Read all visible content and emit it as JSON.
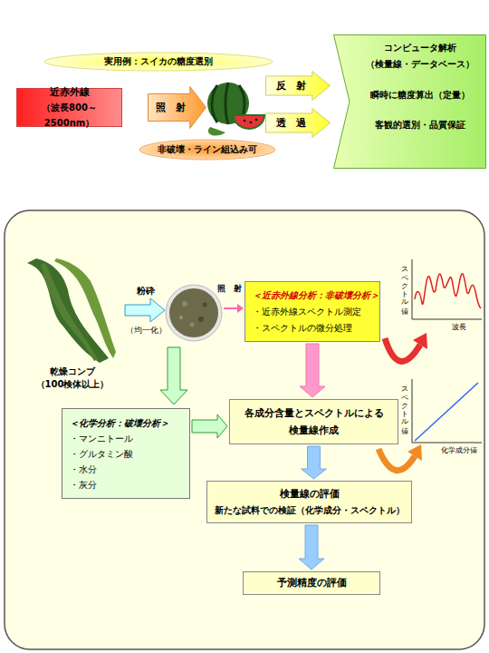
{
  "diagram": {
    "nodes": [
      {
        "text": [
          "実用例：スイカの糖度選別"
        ]
      },
      {
        "text": [
          "近赤外線",
          "（波長800～2500nm）"
        ]
      },
      {
        "text": [
          "照　射"
        ]
      },
      {
        "text": [
          "反　射"
        ]
      },
      {
        "text": [
          "透　過"
        ]
      },
      {
        "text": [
          "非破壊・ライン組込み可"
        ]
      },
      {
        "text": [
          "コンピュータ解析",
          "（検量線・データベース）",
          "瞬時に糖度算出（定量）",
          "客観的選別・品質保証"
        ]
      },
      {
        "text": [
          "＜近赤外線分析：非破壊分析＞",
          "・近赤外線スペクトル測定",
          "・スペクトルの微分処理"
        ]
      },
      {
        "text": [
          "＜化学分析：破壊分析＞",
          "・マンニトール",
          "・グルタミン酸",
          "・水分",
          "・灰分"
        ]
      },
      {
        "text": [
          "各成分含量とスペクトルによる 検量線作成"
        ]
      },
      {
        "text": [
          "検量線の評価",
          "新たな試料での検証（化学成分・スペクトル）"
        ]
      },
      {
        "text": [
          "予測精度の評価"
        ]
      }
    ],
    "edges": [
      {
        "from": 7,
        "to": 9,
        "arrow": "to"
      },
      {
        "from": 8,
        "to": 9,
        "arrow": "to"
      },
      {
        "from": 9,
        "to": 10,
        "arrow": "to"
      },
      {
        "from": 10,
        "to": 11,
        "arrow": "to"
      }
    ],
    "labels": [
      "乾燥コンブ",
      "（100検体以上）",
      "粉砕",
      "（均一化）",
      "照　射",
      "スペクトル値",
      "波長",
      "スペクトル値",
      "化学成分値"
    ]
  }
}
